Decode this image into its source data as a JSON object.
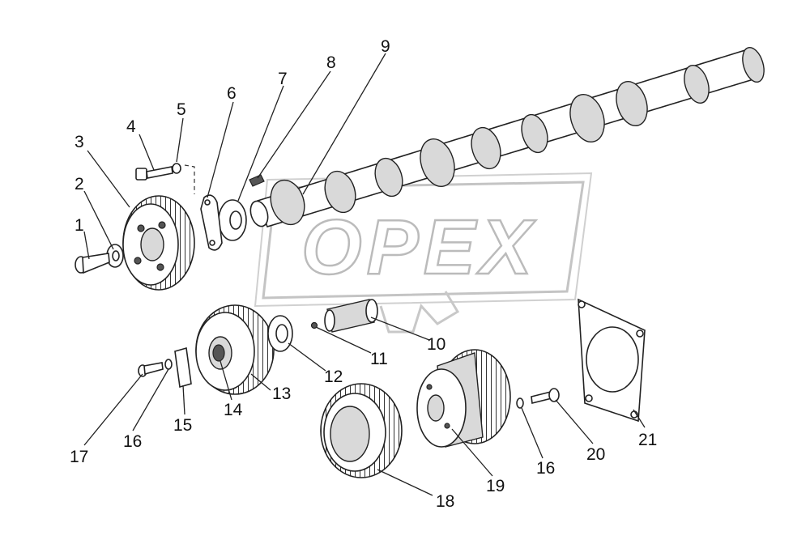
{
  "watermark": {
    "text": "OPEX",
    "color": "#c8c8c8"
  },
  "callouts": [
    {
      "id": "1",
      "text": "1"
    },
    {
      "id": "2",
      "text": "2"
    },
    {
      "id": "3",
      "text": "3"
    },
    {
      "id": "4",
      "text": "4"
    },
    {
      "id": "5",
      "text": "5"
    },
    {
      "id": "6",
      "text": "6"
    },
    {
      "id": "7",
      "text": "7"
    },
    {
      "id": "8",
      "text": "8"
    },
    {
      "id": "9",
      "text": "9"
    },
    {
      "id": "10",
      "text": "10"
    },
    {
      "id": "11",
      "text": "11"
    },
    {
      "id": "12",
      "text": "12"
    },
    {
      "id": "13",
      "text": "13"
    },
    {
      "id": "14",
      "text": "14"
    },
    {
      "id": "15",
      "text": "15"
    },
    {
      "id": "16a",
      "text": "16"
    },
    {
      "id": "16b",
      "text": "16"
    },
    {
      "id": "17",
      "text": "17"
    },
    {
      "id": "18",
      "text": "18"
    },
    {
      "id": "19",
      "text": "19"
    },
    {
      "id": "20",
      "text": "20"
    },
    {
      "id": "21",
      "text": "21"
    }
  ]
}
